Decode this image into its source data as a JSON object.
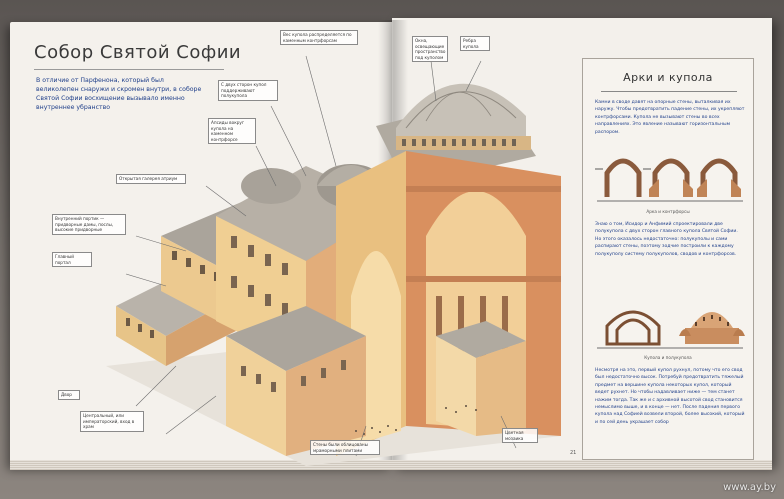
{
  "left_page": {
    "title": "Собор Святой Софии",
    "intro": "В отличие от Парфенона, который был великолепен снаружи и скромен внутри, в соборе Святой Софии восхищение вызывало именно внутреннее убранство",
    "callouts": [
      "Вес купола распределяется по каменным контрфорсам",
      "С двух сторон купол поддерживают полукупола",
      "Апсиды вокруг купола на каменном контрфорсе",
      "Открытая галерея атриум",
      "Внутренний портик — придворные дамы, послы, высокие придворные",
      "Главный портал",
      "Двор",
      "Центральный, или императорский, вход в храм",
      "Стены были облицованы мраморными плитами"
    ],
    "page_number": ""
  },
  "right_page": {
    "callouts": [
      "Окна, освещающие пространство под куполом",
      "Ребра купола"
    ],
    "page_number": "21",
    "bottom_callout": "Цветная мозаика"
  },
  "panel": {
    "title": "Арки и купола",
    "text_1": "Камни в своде давят на опорные стены, выталкивая их наружу. Чтобы предотвратить падение стены, их укрепляют контрфорсами. Купола не вызывают стены во всех направлениях. Это явление называют горизонтальным распором.",
    "caption_1": "Арка и контрфорсы",
    "text_2": "Знаю о том, Исидор и Анфимий спроектировали две полукупола с двух сторон главного купола Святой Софии. Но этого оказалось недостаточно: полукуполы и сами распирают стены, поэтому зодчие построили к каждому полукуполу систему полукуполов, сводов и контрфорсов.",
    "caption_2": "Купола и полукупола",
    "text_3": "Несмотря на это, первый купол рухнул, потому что его свод был недостаточно высок. Потребуй предотвратить тяжелый предмет на вершине купола некоторых купол, который ведет рухнет. Но чтобы надавливает ниже — тем станет нажим тогда. Так же и с архивной высотой свод становится немыслимо выше, и в конце — нет. После падения первого купола над Софией возвели второй, более высокий, который и по сей день украшает собор"
  },
  "watermark": "www.ay.by",
  "colors": {
    "intro_text": "#1f3f8a",
    "stone": "#e8c98c",
    "brick": "#d99a6c",
    "roof": "#b8b4ad"
  }
}
